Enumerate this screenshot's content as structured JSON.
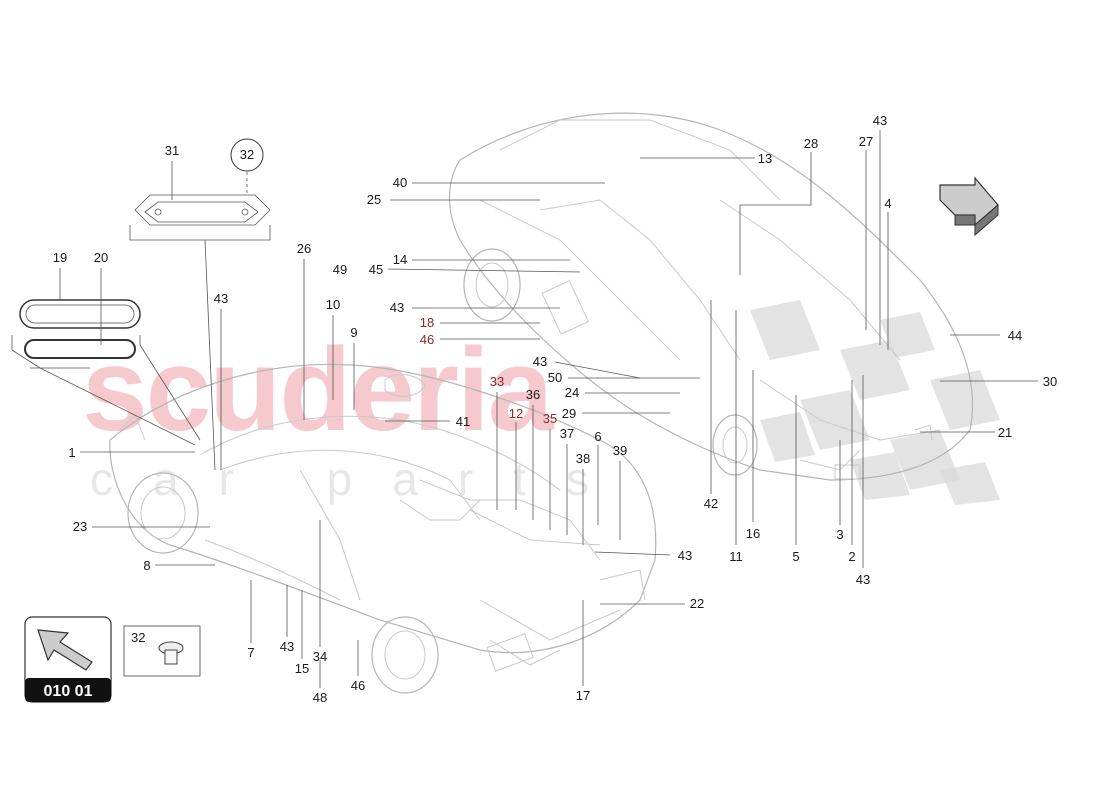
{
  "watermark": {
    "brand": "scuderia",
    "sub": "car parts"
  },
  "page_code": "010 01",
  "detail_label": "32",
  "callouts": [
    {
      "text": "1",
      "red": false
    },
    {
      "text": "2",
      "red": false
    },
    {
      "text": "3",
      "red": false
    },
    {
      "text": "4",
      "red": false
    },
    {
      "text": "5",
      "red": false
    },
    {
      "text": "6",
      "red": false
    },
    {
      "text": "7",
      "red": false
    },
    {
      "text": "8",
      "red": false
    },
    {
      "text": "9",
      "red": false
    },
    {
      "text": "10",
      "red": false
    },
    {
      "text": "11",
      "red": false
    },
    {
      "text": "12",
      "red": true
    },
    {
      "text": "13",
      "red": false
    },
    {
      "text": "14",
      "red": false
    },
    {
      "text": "15",
      "red": false
    },
    {
      "text": "16",
      "red": false
    },
    {
      "text": "17",
      "red": false
    },
    {
      "text": "18",
      "red": true
    },
    {
      "text": "19",
      "red": false
    },
    {
      "text": "20",
      "red": false
    },
    {
      "text": "21",
      "red": false
    },
    {
      "text": "22",
      "red": false
    },
    {
      "text": "23",
      "red": false
    },
    {
      "text": "24",
      "red": false
    },
    {
      "text": "25",
      "red": false
    },
    {
      "text": "26",
      "red": false
    },
    {
      "text": "27",
      "red": false
    },
    {
      "text": "28",
      "red": false
    },
    {
      "text": "29",
      "red": false
    },
    {
      "text": "30",
      "red": false
    },
    {
      "text": "31",
      "red": false
    },
    {
      "text": "32",
      "red": false
    },
    {
      "text": "33",
      "red": true
    },
    {
      "text": "34",
      "red": false
    },
    {
      "text": "35",
      "red": true
    },
    {
      "text": "36",
      "red": false
    },
    {
      "text": "37",
      "red": false
    },
    {
      "text": "38",
      "red": false
    },
    {
      "text": "39",
      "red": false
    },
    {
      "text": "40",
      "red": false
    },
    {
      "text": "41",
      "red": false
    },
    {
      "text": "42",
      "red": false
    },
    {
      "text": "43",
      "red": false
    },
    {
      "text": "43",
      "red": false
    },
    {
      "text": "43",
      "red": false
    },
    {
      "text": "43",
      "red": false
    },
    {
      "text": "43",
      "red": false
    },
    {
      "text": "43",
      "red": false
    },
    {
      "text": "43",
      "red": false
    },
    {
      "text": "43",
      "red": false
    },
    {
      "text": "44",
      "red": false
    },
    {
      "text": "45",
      "red": false
    },
    {
      "text": "46",
      "red": true
    },
    {
      "text": "46",
      "red": false
    },
    {
      "text": "48",
      "red": false
    },
    {
      "text": "49",
      "red": false
    },
    {
      "text": "50",
      "red": false
    }
  ]
}
